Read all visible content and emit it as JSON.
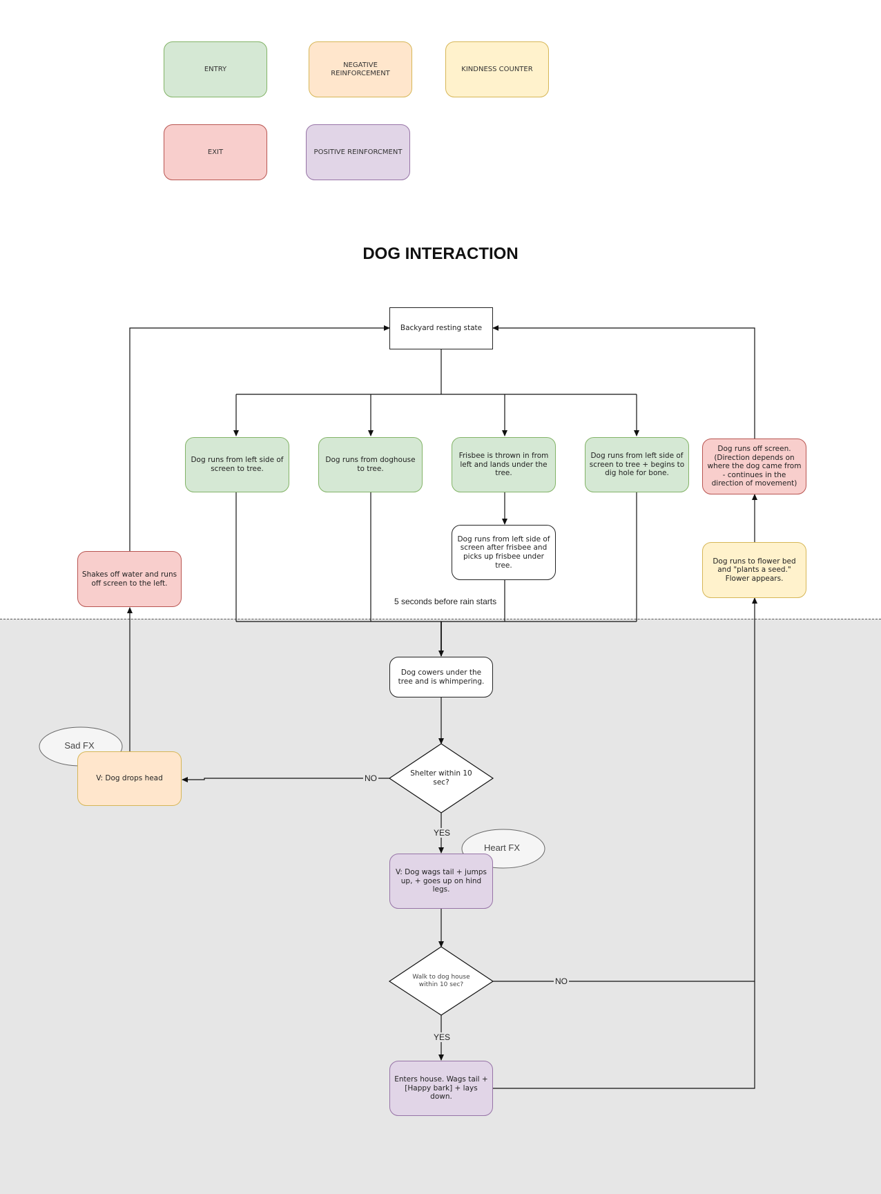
{
  "legend": {
    "entry": "ENTRY",
    "negative": "NEGATIVE REINFORCEMENT",
    "kindness": "KINDNESS COUNTER",
    "exit": "EXIT",
    "positive": "POSITIVE REINFORCMENT"
  },
  "title": "DOG INTERACTION",
  "nodes": {
    "backyard": "Backyard resting state",
    "entry1": "Dog runs from left side of screen to tree.",
    "entry2": "Dog runs from doghouse to tree.",
    "entry3": "Frisbee is thrown in from left and lands under the tree.",
    "entry4": "Dog runs from left side of screen to tree + begins to dig hole for bone.",
    "frisbee_pickup": "Dog runs from left side of screen after frisbee and picks up frisbee under tree.",
    "exit_right": "Dog runs off screen. (Direction depends on where the dog came from - continues in the direction of movement)",
    "flower": "Dog runs to flower bed and \"plants a seed.\" Flower appears.",
    "shakes": "Shakes off water and runs off screen to the left.",
    "cowers": "Dog cowers under the tree and is whimpering.",
    "shelter": "Shelter within 10 sec?",
    "drops_head": "V: Dog drops head",
    "wags": "V: Dog wags tail + jumps up, + goes up on hind legs.",
    "walk_house": "Walk to dog house within 10 sec?",
    "enters_house": "Enters house. Wags tail + [Happy bark] + lays down."
  },
  "fx": {
    "sad": "Sad FX",
    "heart": "Heart FX"
  },
  "labels": {
    "rain": "5 seconds before rain starts",
    "no1": "NO",
    "yes1": "YES",
    "no2": "NO",
    "yes2": "YES"
  },
  "colors": {
    "entry": "#d5e8d4",
    "negative": "#ffe6cc",
    "kindness": "#fff2cc",
    "exit": "#f8cecc",
    "positive": "#e1d5e7",
    "rain_zone": "#e6e6e6"
  }
}
